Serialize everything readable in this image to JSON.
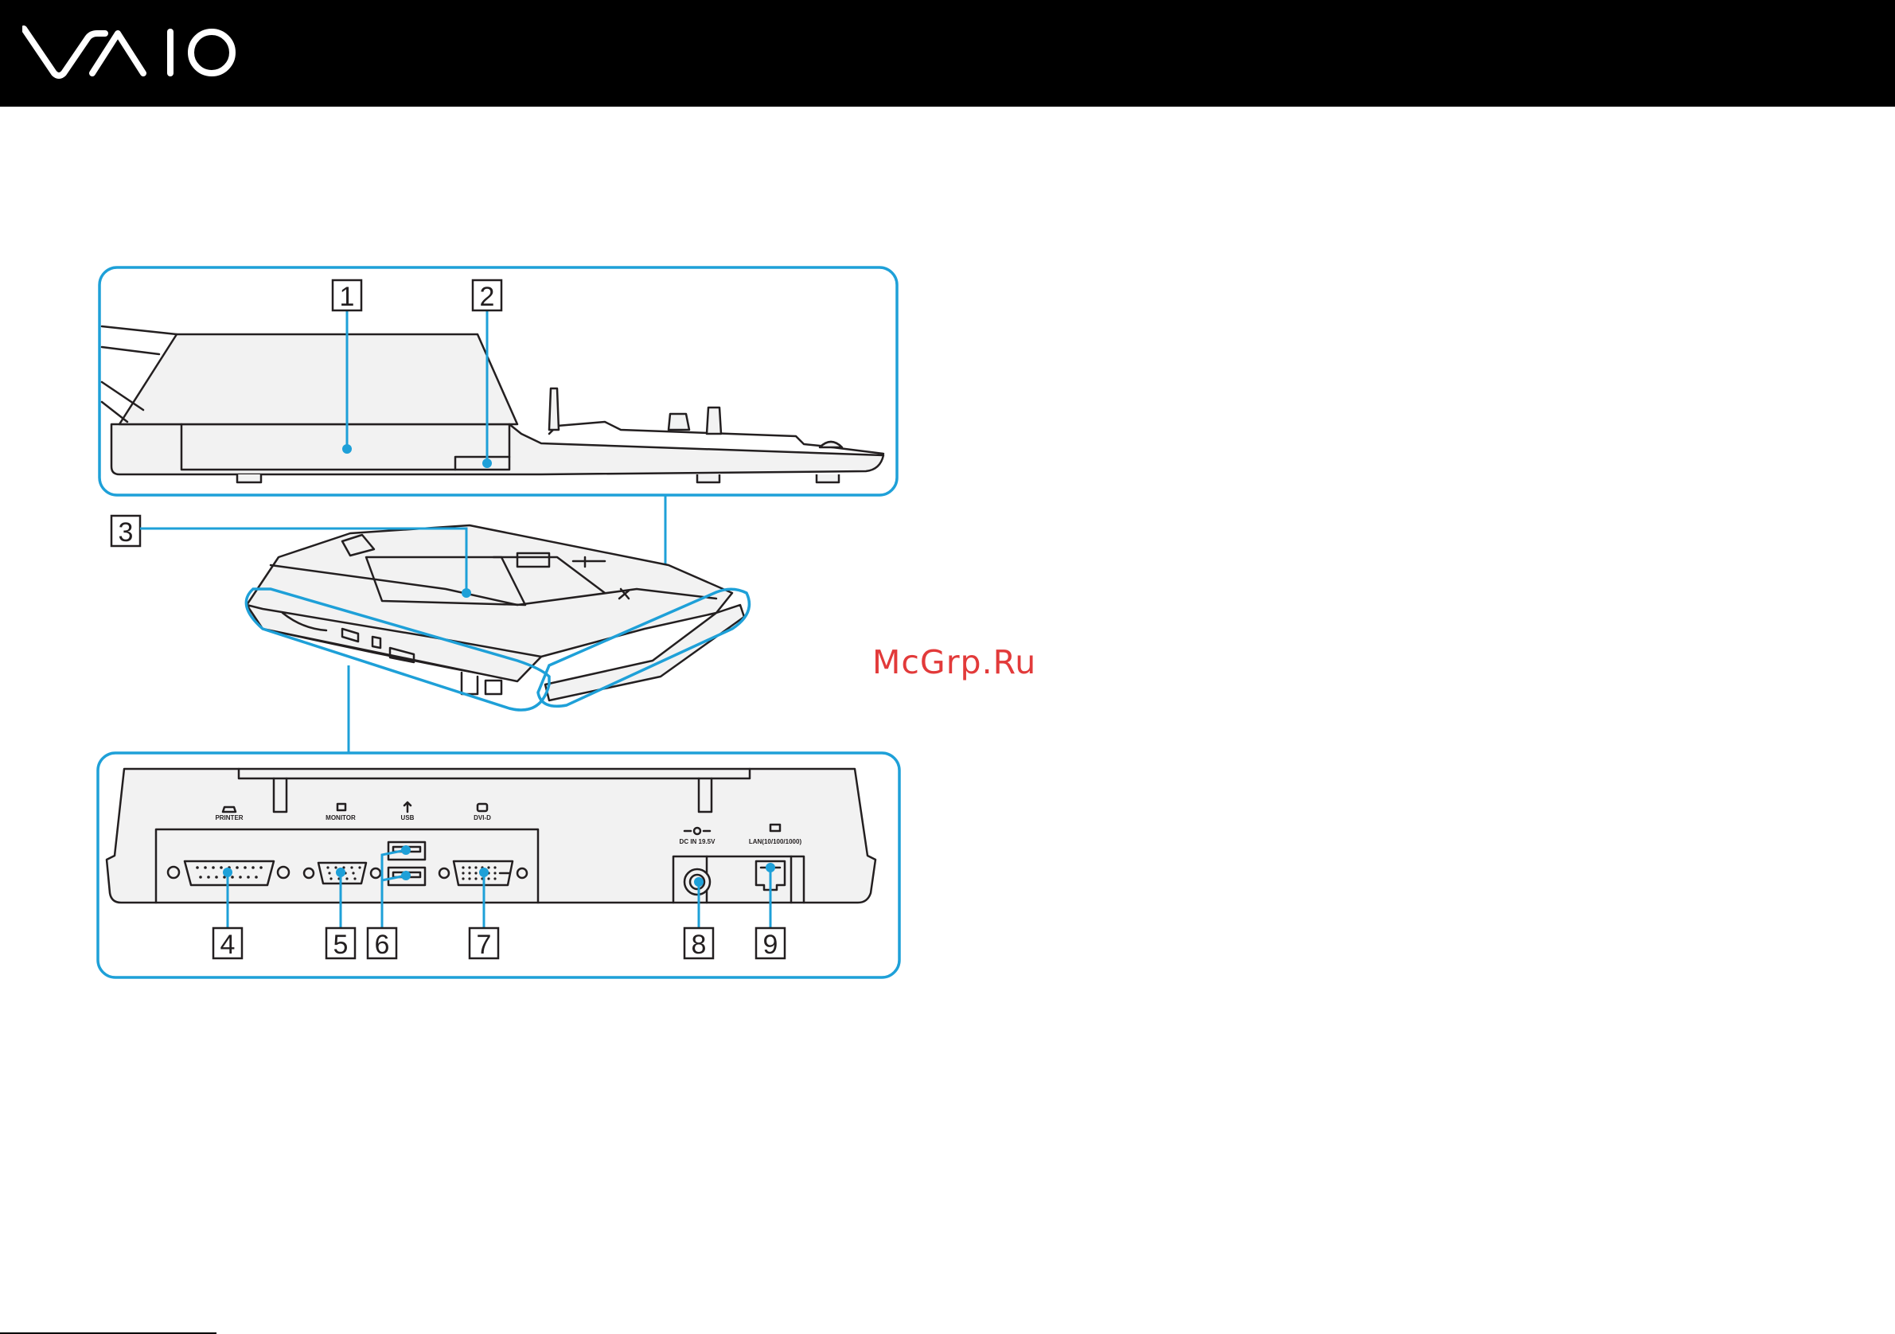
{
  "brand": {
    "logo_text": "VAIO"
  },
  "watermark": "McGrp.Ru",
  "callouts": [
    "1",
    "2",
    "3",
    "4",
    "5",
    "6",
    "7",
    "8",
    "9"
  ],
  "port_labels": {
    "printer": "PRINTER",
    "monitor": "MONITOR",
    "usb": "USB",
    "dvi": "DVI-D",
    "dc_in": "DC IN 19.5V",
    "lan": "LAN(10/100/1000)"
  },
  "colors": {
    "header": "#000000",
    "callout_frame": "#1ea0d8",
    "watermark": "#e23a3a",
    "outline": "#231f20",
    "fill": "#f2f2f2"
  }
}
